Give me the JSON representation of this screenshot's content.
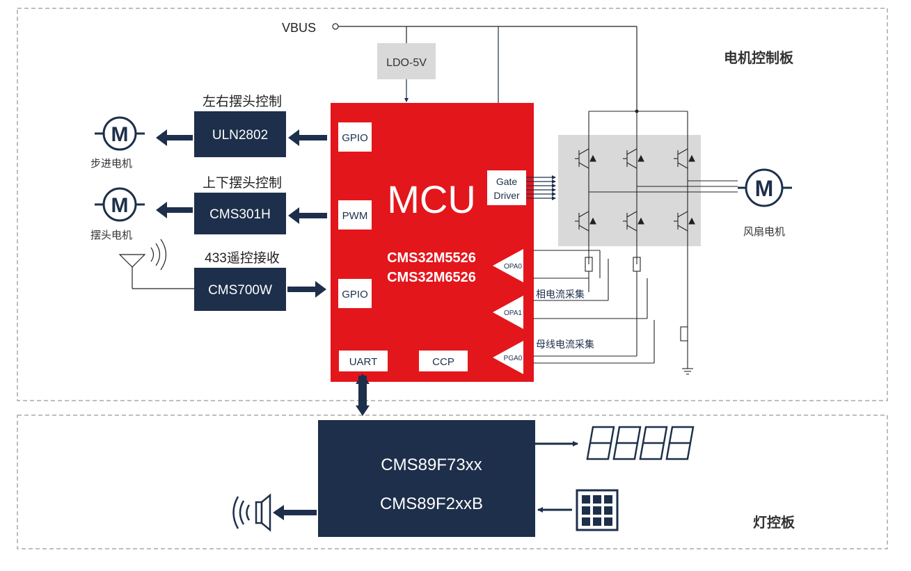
{
  "board_labels": {
    "motor_board": "电机控制板",
    "light_board": "灯控板"
  },
  "power": {
    "vbus": "VBUS",
    "ldo": "LDO-5V"
  },
  "mcu": {
    "title": "MCU",
    "part1": "CMS32M5526",
    "part2": "CMS32M6526",
    "gpio_top": "GPIO",
    "pwm": "PWM",
    "gpio_bottom": "GPIO",
    "uart": "UART",
    "ccp": "CCP",
    "gate_driver_line1": "Gate",
    "gate_driver_line2": "Driver",
    "opa0": "OPA0",
    "opa1": "OPA1",
    "pga0": "PGA0"
  },
  "left_blocks": {
    "swing_lr_caption": "左右摆头控制",
    "uln": "ULN2802",
    "swing_ud_caption": "上下摆头控制",
    "cms301h": "CMS301H",
    "remote_caption": "433遥控接收",
    "cms700w": "CMS700W"
  },
  "motors": {
    "symbol": "M",
    "stepper": "步进电机",
    "swing": "摆头电机",
    "fan": "风扇电机"
  },
  "sense_labels": {
    "phase_current": "相电流采集",
    "bus_current": "母线电流采集"
  },
  "light_board": {
    "chip1": "CMS89F73xx",
    "chip2": "CMS89F2xxB"
  },
  "colors": {
    "mcu_red": "#e3161c",
    "navy": "#1d2f4a",
    "dashed_border": "#a8a8a8",
    "inverter_bg": "#d9d9d9",
    "ldo_bg": "#d9d9d9"
  }
}
